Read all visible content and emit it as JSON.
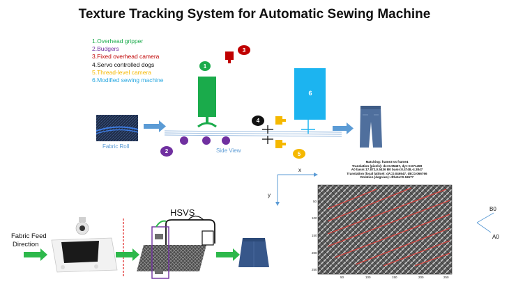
{
  "title": "Texture Tracking System for Automatic Sewing Machine",
  "legend": [
    {
      "text": "1.Overhead gripper",
      "color": "#1aab4b"
    },
    {
      "text": "2.Budgers",
      "color": "#7030a0"
    },
    {
      "text": "3.Fixed overhead camera",
      "color": "#c00000"
    },
    {
      "text": "4.Servo controlled dogs",
      "color": "#111111"
    },
    {
      "text": "5.Thread-level camera",
      "color": "#f5b800"
    },
    {
      "text": "6.Modified sewing machine",
      "color": "#29a8e0"
    }
  ],
  "markers": {
    "m1": "1",
    "m2": "2",
    "m3": "3",
    "m4": "4",
    "m5": "5",
    "m6": "6"
  },
  "labels": {
    "fabric_roll": "Fabric Roll",
    "side_view": "Side View",
    "hsvs": "HSVS",
    "fabric_feed": "Fabric Feed",
    "direction": "Direction",
    "axis_x": "x",
    "axis_y": "y",
    "b0": "B0",
    "a0": "A0"
  },
  "plot": {
    "title_lines": [
      "Matching: frame3 vs frame4",
      "Translation (pixels): dx=0.95467, dy=-0.071459",
      "A0 basis:17.872,0.5436    B0 basis:8.4748,-4.3847",
      "Translation (local lattice): dA=0.046547, dB=0.066766",
      "Rotation (degrees): dtheta=0.16577"
    ],
    "y_ticks": [
      "50",
      "100",
      "150",
      "200",
      "250"
    ],
    "x_ticks": [
      "50",
      "100",
      "150",
      "200",
      "250"
    ]
  },
  "colors": {
    "gripper": "#1aab4b",
    "budger": "#7030a0",
    "camera": "#c00000",
    "dogs": "#111111",
    "thread_cam": "#f5b800",
    "machine": "#1cb4f0",
    "arrow": "#5b9bd5",
    "feed_arrow": "#2db84b"
  }
}
